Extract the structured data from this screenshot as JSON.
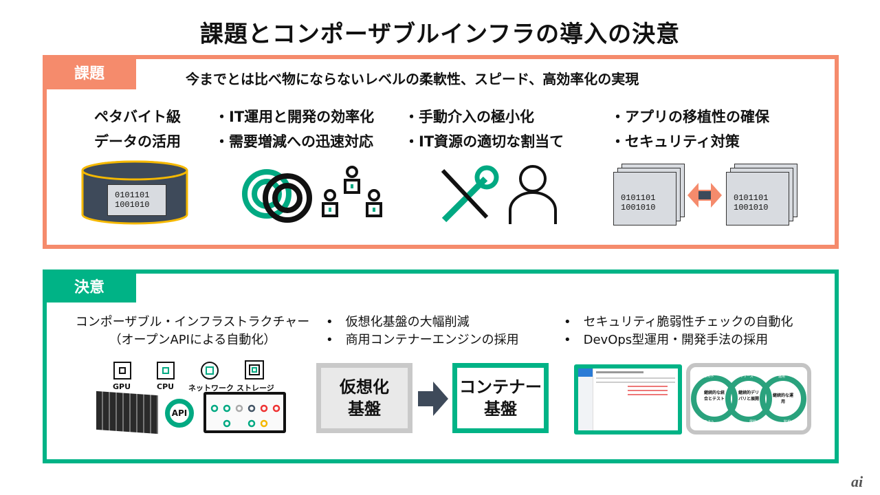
{
  "title": "課題とコンポーザブルインフラの導入の決意",
  "colors": {
    "issue": "#f58b6c",
    "decision": "#00b386",
    "icon_green": "#01a982"
  },
  "issues": {
    "tab": "課題",
    "headline": "今までとは比べ物にならないレベルの柔軟性、スピード、高効率化の実現",
    "col1": [
      "ペタバイト級",
      "データの活用"
    ],
    "col2": [
      "・IT運用と開発の効率化",
      "・需要増減への迅速対応"
    ],
    "col3": [
      "・手動介入の極小化",
      "・IT資源の適切な割当て"
    ],
    "col4": [
      "・アプリの移植性の確保",
      "・セキュリティ対策"
    ],
    "binary": [
      "0101101",
      "1001010"
    ]
  },
  "decision": {
    "tab": "決意",
    "col1": [
      "コンポーザブル・インフラストラクチャー",
      "（オープンAPIによる自動化）"
    ],
    "col2": [
      "•　仮想化基盤の大幅削減",
      "•　商用コンテナーエンジンの採用"
    ],
    "col3": [
      "•　セキュリティ脆弱性チェックの自動化",
      "•　DevOps型運用・開発手法の採用"
    ],
    "resources": [
      "GPU",
      "CPU",
      "ネットワーク",
      "ストレージ"
    ],
    "api": "API",
    "from_card": [
      "仮想化",
      "基盤"
    ],
    "to_card": [
      "コンテナー",
      "基盤"
    ],
    "cycle": {
      "loops": [
        "継続的な統合とテスト",
        "継続的デリバリと展開",
        "継続的な運用"
      ],
      "labels": [
        "ビルド",
        "テスト",
        "リリース",
        "展開",
        "運用",
        "監視"
      ]
    }
  },
  "watermark": "ai"
}
